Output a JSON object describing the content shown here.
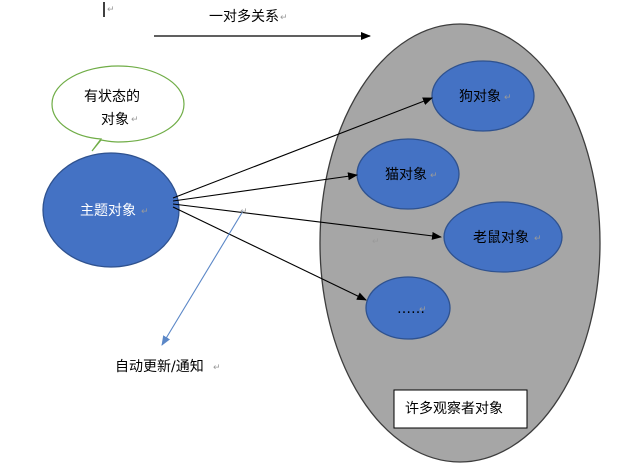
{
  "diagram": {
    "top_label": "一对多关系",
    "bubble_line1": "有状态的",
    "bubble_line2": "对象",
    "subject": "主题对象",
    "observers": [
      "狗对象",
      "猫对象",
      "老鼠对象",
      "……"
    ],
    "group_label": "许多观察者对象",
    "notify_label": "自动更新/通知",
    "return_mark": "↵"
  },
  "colors": {
    "node_fill": "#4472c4",
    "node_stroke": "#2f528f",
    "group_fill": "#a6a6a6",
    "group_stroke": "#3d3d3d",
    "bubble_stroke": "#70ad47",
    "notify_arrow": "#5b87c7",
    "arrow": "#000000"
  }
}
